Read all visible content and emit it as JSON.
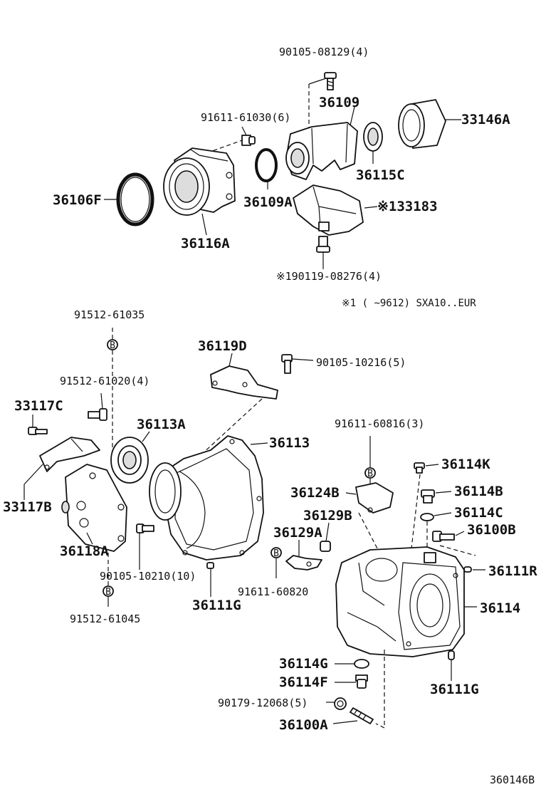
{
  "labels": {
    "p90105_08129": "90105-08129(4)",
    "p36109": "36109",
    "p33146A": "33146A",
    "p91611_61030": "91611-61030(6)",
    "p36115C": "36115C",
    "p36106F": "36106F",
    "p36109A": "36109A",
    "p33183": "※133183",
    "p36116A": "36116A",
    "p90119_08276": "※190119-08276(4)",
    "footnote": "※1 (      ~9612) SXA10..EUR",
    "p91512_61035": "91512-61035",
    "p36119D": "36119D",
    "p90105_10216": "90105-10216(5)",
    "p91512_61020": "91512-61020(4)",
    "p33117C": "33117C",
    "p36113A": "36113A",
    "p36113": "36113",
    "p91611_60816": "91611-60816(3)",
    "p36114K": "36114K",
    "p33117B": "33117B",
    "p36124B": "36124B",
    "p36114B": "36114B",
    "p36129B": "36129B",
    "p36114C": "36114C",
    "p36129A": "36129A",
    "p36100B": "36100B",
    "p36118A": "36118A",
    "p36111R": "36111R",
    "p90105_10210": "90105-10210(10)",
    "p91611_60820": "91611-60820",
    "p36111G_left": "36111G",
    "p36114": "36114",
    "p91512_61045": "91512-61045",
    "p36114G": "36114G",
    "p36114F": "36114F",
    "p36111G_right": "36111G",
    "p90179_12068": "90179-12068(5)",
    "p36100A": "36100A",
    "diagram_id": "360146B",
    "b_marker": "B"
  }
}
